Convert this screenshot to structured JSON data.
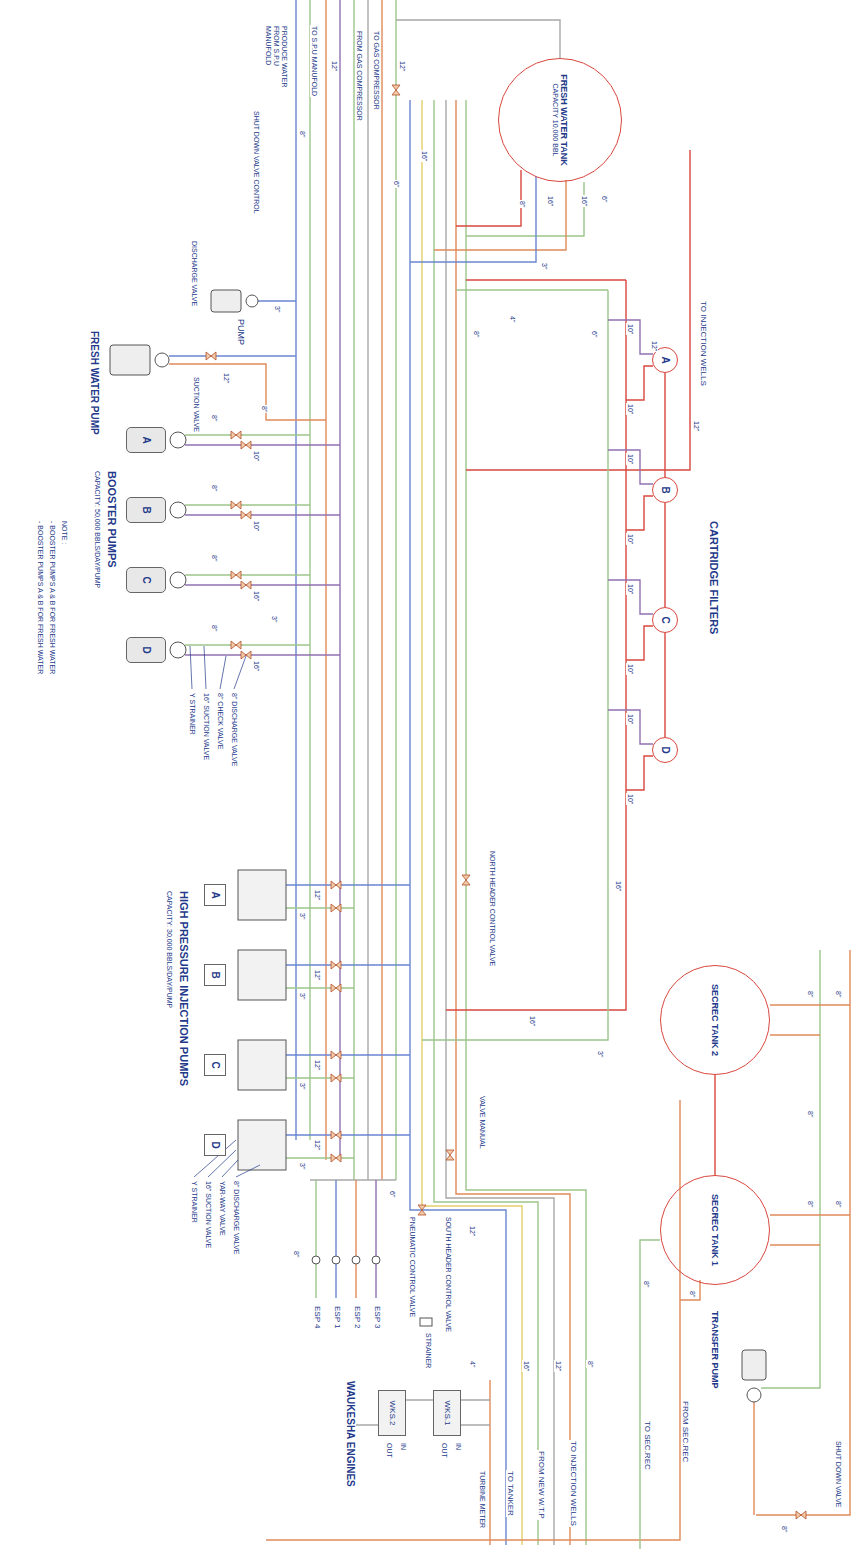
{
  "diagram": {
    "nodes": [
      {
        "text": [
          "FRESH WATER TANK",
          "CAPACITY 10,000 BBL"
        ]
      },
      {
        "text": [
          "A"
        ]
      },
      {
        "text": [
          "B"
        ]
      },
      {
        "text": [
          "C"
        ]
      },
      {
        "text": [
          "D"
        ]
      },
      {
        "text": [
          "A"
        ]
      },
      {
        "text": [
          "B"
        ]
      },
      {
        "text": [
          "C"
        ]
      },
      {
        "text": [
          "D"
        ]
      },
      {
        "text": [
          "A"
        ]
      },
      {
        "text": [
          "B"
        ]
      },
      {
        "text": [
          "C"
        ]
      },
      {
        "text": [
          "D"
        ]
      },
      {
        "text": [
          "SECREC TANK 2"
        ]
      },
      {
        "text": [
          "SECREC TANK 1"
        ]
      },
      {
        "text": [
          "WKS.2"
        ]
      },
      {
        "text": [
          "WKS.1"
        ]
      }
    ],
    "edges": [
      {
        "from": 1,
        "to": 2,
        "arrow": "none"
      },
      {
        "from": 2,
        "to": 3,
        "arrow": "none"
      },
      {
        "from": 3,
        "to": 4,
        "arrow": "none"
      },
      {
        "from": 13,
        "to": 14,
        "arrow": "none"
      }
    ],
    "labels": [
      "TO GAS COMPRESSOR",
      "FROM GAS COMPRESSOR",
      "TO S.P.U MANUFOLD",
      "PRODUCE WATER FROM S.P.U MANUFOLD",
      "SHUT DOWN VALVE CONTROL",
      "TO INJECTION WELLS",
      "CARTRIDGE FILTERS",
      "PUMP",
      "DISCHARGE VALVE",
      "SUCTION VALVE",
      "FRESH WATER PUMP",
      "BOOSTER PUMPS",
      "CAPACITY: 50,000 BBLS/DAY/PUMP",
      "8\" DISCHARGE VALVE",
      "8\" CHECK VALVE",
      "16\" SUCTION VALVE",
      "Y STRAINER",
      "NOTE :",
      "- BOOSTER PUMPS A & B FOR FRESH WATER",
      "- BOOSTER PUMPS A & B FOR FRESH WATER",
      "NORTH HEADER CONTROL VALVE",
      "HIGH PRESSURE INJECTION PUMPS",
      "CAPACITY: 30,000 BBLS/DAY/PUMP",
      "8\" DISCHARGE VALVE",
      "YAR-WAY VALVE",
      "16\" SUCTION VALVE",
      "Y STRAINER",
      "VALVE MANUAL",
      "SOUTH HEADER CONTROL VALVE",
      "PNEUMATIC CONTROL VALVE",
      "STRAINER",
      "ESP 3",
      "ESP 2",
      "ESP 1",
      "ESP 4",
      "WAUKESHA ENGINES",
      "IN",
      "OUT",
      "IN",
      "OUT",
      "TO INJECTION WELLS",
      "FROM NEW W.T.P",
      "TO TANKER",
      "TURBINE METER",
      "TRANSFER PUMP",
      "SHUT DOWN VALVE",
      "FROM SEC.REC",
      "TO SEC.REC",
      "12\"",
      "12\"",
      "8\"",
      "16\"",
      "16\"",
      "6\"",
      "8\"",
      "16\"",
      "6\"",
      "12\"",
      "12\"",
      "3\"",
      "4\"",
      "8\"",
      "6\"",
      "3\"",
      "12\"",
      "8\"",
      "10\"",
      "10\"",
      "10\"",
      "10\"",
      "10\"",
      "10\"",
      "10\"",
      "10\"",
      "16\"",
      "16\"",
      "3\"",
      "3\"",
      "8\"",
      "8\"",
      "8\"",
      "8\"",
      "10\"",
      "10\"",
      "16\"",
      "16\"",
      "12\"",
      "12\"",
      "12\"",
      "12\"",
      "3\"",
      "3\"",
      "3\"",
      "3\"",
      "6\"",
      "8\"",
      "12\"",
      "4\"",
      "16\"",
      "12\"",
      "8\"",
      "8\"",
      "8\"",
      "8\"",
      "8\"",
      "8\"",
      "8\"",
      "8\"",
      "8\""
    ]
  }
}
